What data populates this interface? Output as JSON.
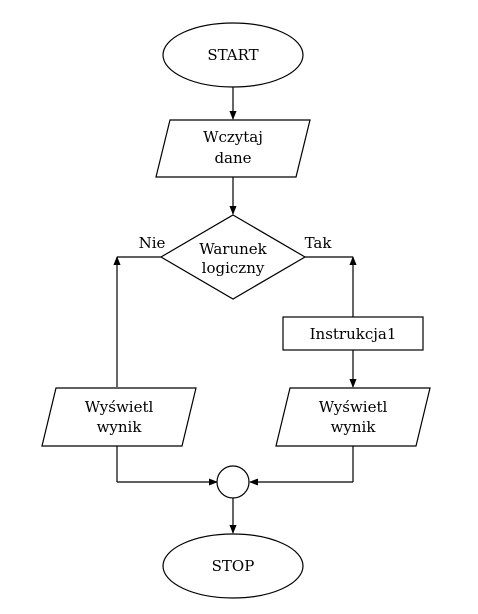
{
  "diagram": {
    "start": "START",
    "input": {
      "line1": "Wczytaj",
      "line2": "dane"
    },
    "decision": {
      "line1": "Warunek",
      "line2": "logiczny"
    },
    "branch_no": "Nie",
    "branch_yes": "Tak",
    "process": "Instrukcja1",
    "output_left": {
      "line1": "Wyświetl",
      "line2": "wynik"
    },
    "output_right": {
      "line1": "Wyświetl",
      "line2": "wynik"
    },
    "stop": "STOP"
  },
  "colors": {
    "stroke": "#000000",
    "fill": "#ffffff"
  }
}
